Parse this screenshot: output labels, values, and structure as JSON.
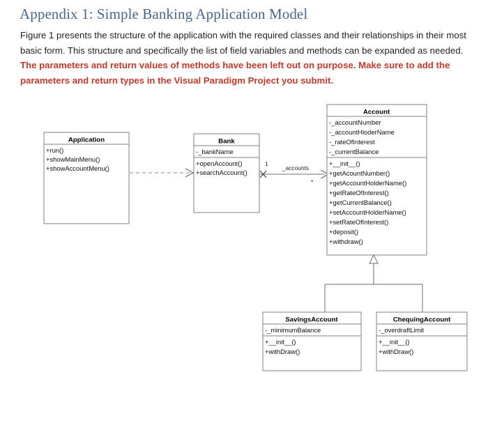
{
  "document": {
    "heading": "Appendix 1: Simple Banking Application Model",
    "paragraph_normal_1": "Figure 1 presents the structure of the application with the required classes and their relationships in their most basic form. This structure and specifically the list of field variables and methods can be expanded as needed. ",
    "paragraph_warning": "The parameters and return values of methods have been left out on purpose. Make sure to add the parameters and return types in the Visual Paradigm Project you submit.",
    "heading_color": "#4a6785",
    "warning_color": "#be3a2b"
  },
  "diagram": {
    "classes": {
      "application": {
        "name": "Application",
        "attributes": [],
        "methods": [
          "+run()",
          "+showMainMenu()",
          "+showAccountMenu()"
        ]
      },
      "bank": {
        "name": "Bank",
        "attributes": [
          "-_bankName"
        ],
        "methods": [
          "+openAccount()",
          "+searchAccount()"
        ]
      },
      "account": {
        "name": "Account",
        "attributes": [
          "-_accountNumber",
          "-_accountHloderName",
          "-_rateOfInterest",
          "-_currentBalance"
        ],
        "methods": [
          "+__init__()",
          "+getAcountNumber()",
          "+getAccountHolderName()",
          "+getRateOfInterest()",
          "+getCurrentBalance()",
          "+setAccountHolderName()",
          "+setRateOfInterest()",
          "+deposit()",
          "+withdraw()"
        ]
      },
      "savings_account": {
        "name": "SavingsAccount",
        "attributes": [
          "-_minimumBalance"
        ],
        "methods": [
          "+__init__()",
          "+withDraw()"
        ]
      },
      "chequing_account": {
        "name": "ChequingAccount",
        "attributes": [
          "-_overdraftLimit"
        ],
        "methods": [
          "+__init__()",
          "+withDraw()"
        ]
      }
    },
    "relationships": {
      "dependency_app_bank": {
        "type": "dependency",
        "from": "Application",
        "to": "Bank",
        "label": ""
      },
      "association_bank_account": {
        "type": "association",
        "from": "Bank",
        "to": "Account",
        "label": "_accounts",
        "source_multiplicity": "1",
        "target_multiplicity": "*"
      },
      "generalization_savings": {
        "type": "generalization",
        "from": "SavingsAccount",
        "to": "Account"
      },
      "generalization_chequing": {
        "type": "generalization",
        "from": "ChequingAccount",
        "to": "Account"
      }
    },
    "line_color": "#6e6e6e",
    "box_border_color": "#808080"
  }
}
